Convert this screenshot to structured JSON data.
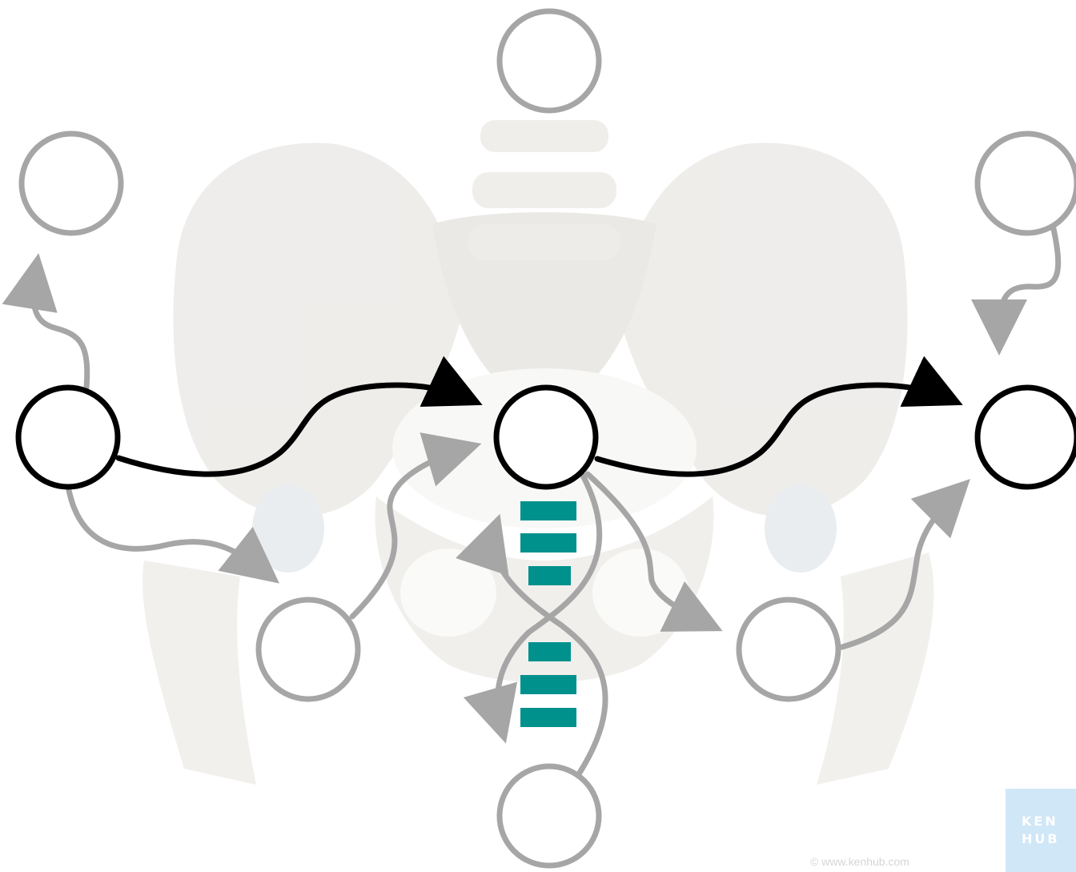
{
  "diagram": {
    "nodes": [
      {
        "id": "top",
        "emphasis": "secondary"
      },
      {
        "id": "upper-left",
        "emphasis": "secondary"
      },
      {
        "id": "upper-right",
        "emphasis": "secondary"
      },
      {
        "id": "left",
        "emphasis": "primary"
      },
      {
        "id": "center",
        "emphasis": "primary"
      },
      {
        "id": "right",
        "emphasis": "primary"
      },
      {
        "id": "lower-left",
        "emphasis": "secondary"
      },
      {
        "id": "lower-right",
        "emphasis": "secondary"
      },
      {
        "id": "bottom",
        "emphasis": "secondary"
      }
    ],
    "edges": [
      {
        "from": "left",
        "to": "center",
        "emphasis": "primary"
      },
      {
        "from": "center",
        "to": "right",
        "emphasis": "primary"
      },
      {
        "from": "left",
        "to": "upper-left",
        "emphasis": "secondary"
      },
      {
        "from": "upper-right",
        "to": "right",
        "emphasis": "secondary"
      },
      {
        "from": "left",
        "to": "lower-left",
        "emphasis": "secondary"
      },
      {
        "from": "lower-left",
        "to": "center",
        "emphasis": "secondary"
      },
      {
        "from": "center",
        "to": "lower-right",
        "emphasis": "secondary"
      },
      {
        "from": "lower-right",
        "to": "right",
        "emphasis": "secondary"
      },
      {
        "from": "center",
        "to": "bottom",
        "emphasis": "secondary"
      },
      {
        "from": "bottom",
        "to": "center",
        "emphasis": "secondary"
      }
    ],
    "label_placeholders": {
      "count_upper": 3,
      "count_lower": 3
    },
    "colors": {
      "primary": "#000000",
      "secondary": "#a6a6a6",
      "placeholder": "#00918d",
      "background_bone": "#ebe8e3"
    }
  },
  "watermark": {
    "logo_text_line1": "KEN",
    "logo_text_line2": "HUB",
    "copyright": "© www.kenhub.com"
  }
}
